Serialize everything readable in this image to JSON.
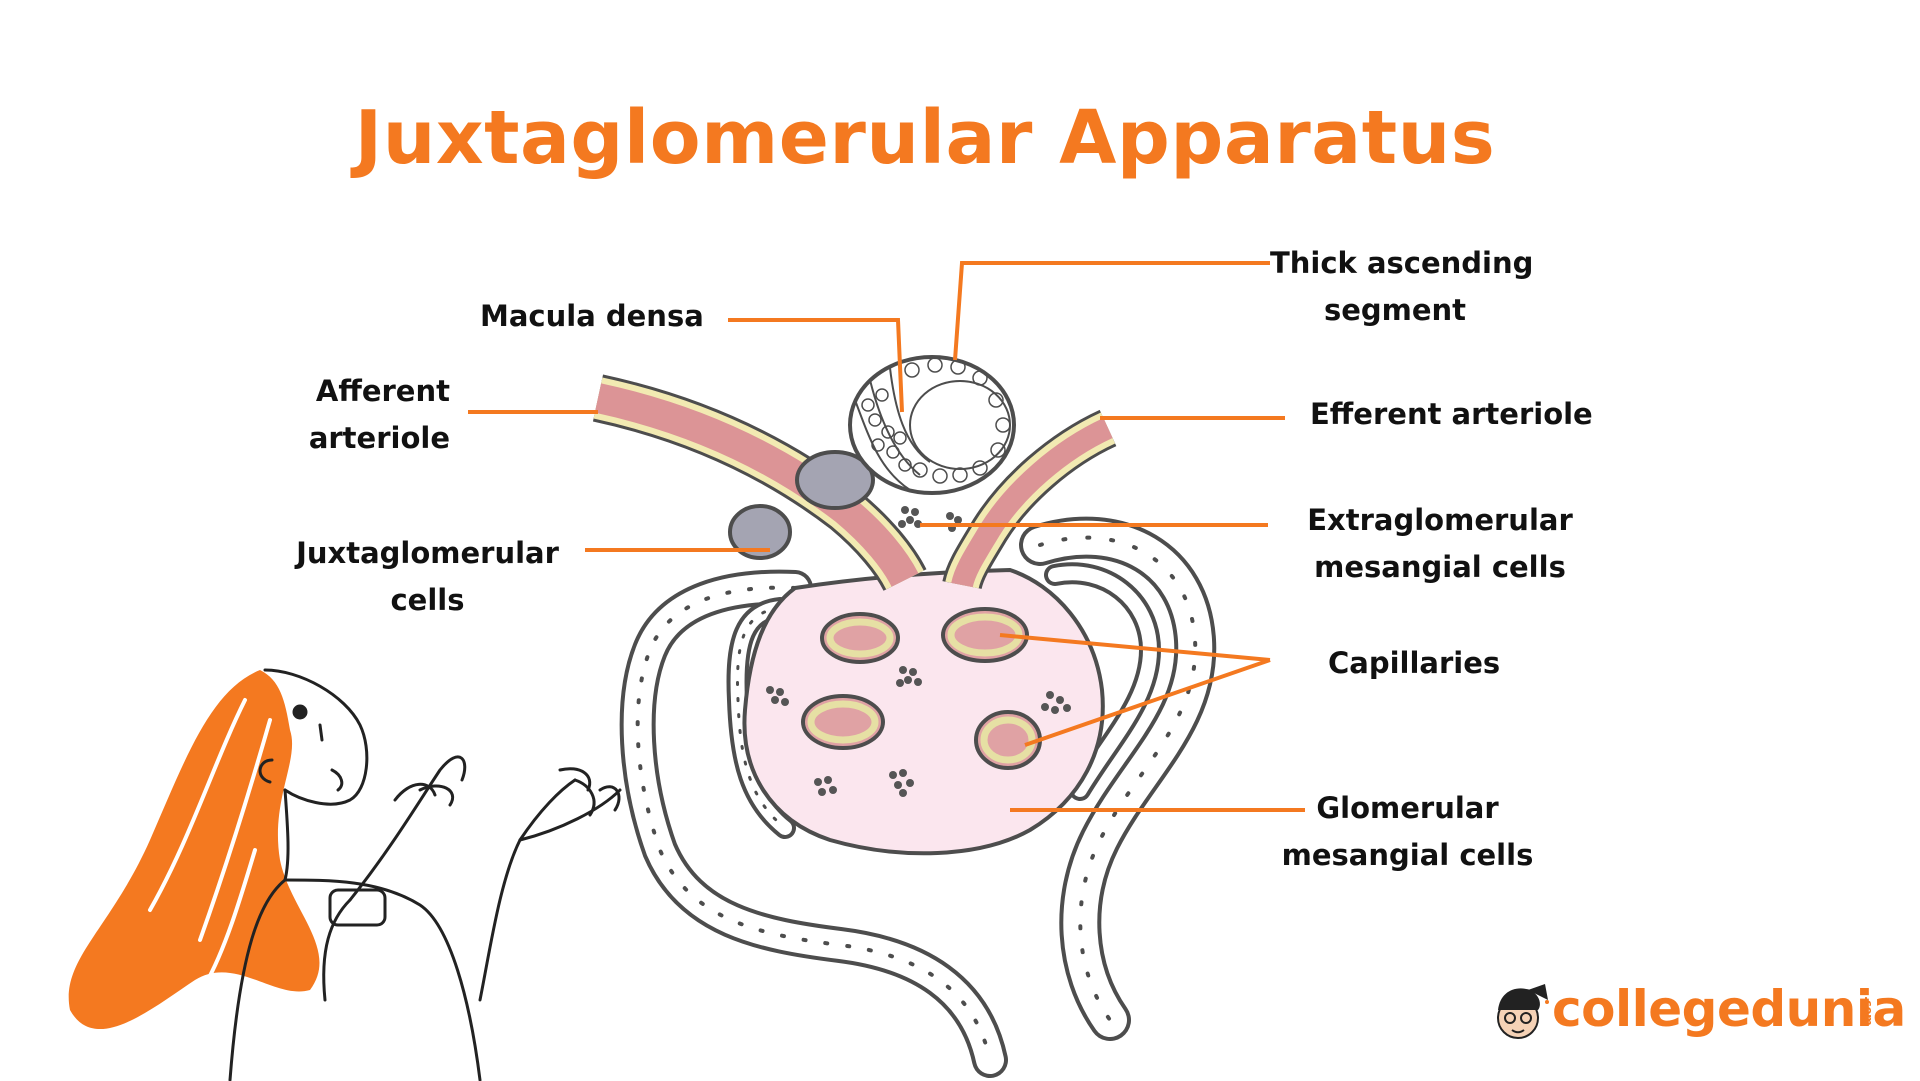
{
  "title": "Juxtaglomerular Apparatus",
  "labels": {
    "thick_ascending_1": "Thick ascending",
    "thick_ascending_2": "segment",
    "macula_densa": "Macula densa",
    "afferent_1": "Afferent",
    "afferent_2": "arteriole",
    "efferent": "Efferent arteriole",
    "extraglomerular_1": "Extraglomerular",
    "extraglomerular_2": "mesangial cells",
    "juxtaglomerular_1": "Juxtaglomerular",
    "juxtaglomerular_2": "cells",
    "capillaries": "Capillaries",
    "glomerular_1": "Glomerular",
    "glomerular_2": "mesangial cells"
  },
  "brand": {
    "name": "collegedunia",
    "suffix": ".com"
  },
  "colors": {
    "accent": "#f47920",
    "vessel": "#dc9496",
    "vessel_edge": "#f2eab2",
    "glomerulus": "#fbe6ee",
    "capillary_fill": "#e0a2a4",
    "capillary_ring": "#e6e0a4",
    "outline": "#4d4d4d",
    "jg_cell": "#a4a4b2"
  }
}
